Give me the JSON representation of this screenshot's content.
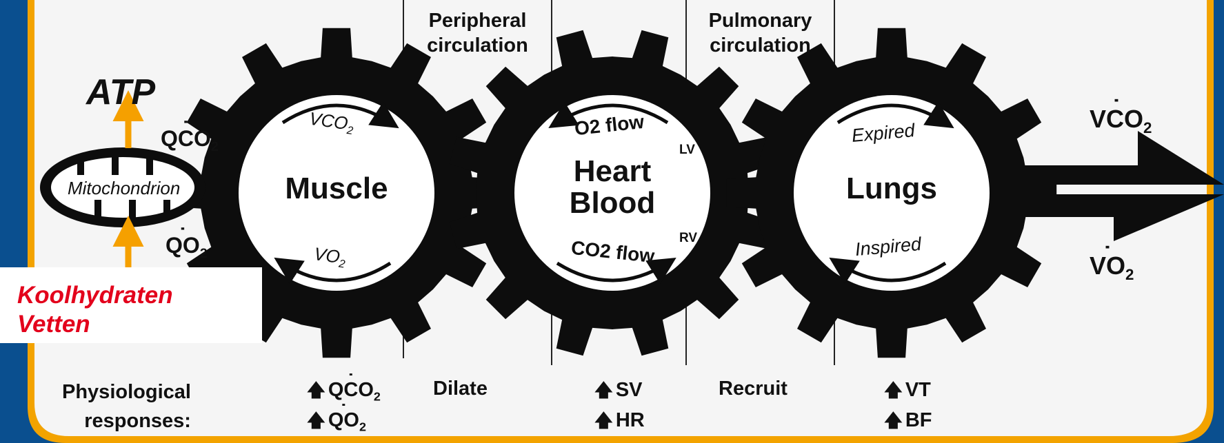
{
  "colors": {
    "frame_blue": "#0a4f8f",
    "frame_orange": "#f3a300",
    "panel": "#f5f5f5",
    "gear": "#0d0d0d",
    "arrow_orange": "#f5a000",
    "red_text": "#e3001b"
  },
  "headers": {
    "peripheral": [
      "Peripheral",
      "circulation"
    ],
    "pulmonary": [
      "Pulmonary",
      "circulation"
    ]
  },
  "cell": {
    "atp": "ATP",
    "organelle": "Mitochondrion",
    "qco2_label": "QCO",
    "qo2_label": "QO",
    "substrates": [
      "Koolhydraten",
      "Vetten"
    ]
  },
  "gears": {
    "muscle": {
      "label": "Muscle",
      "top": "VCO",
      "bottom": "VO",
      "sub": "2"
    },
    "heart": {
      "label": [
        "Heart",
        "Blood"
      ],
      "top": "O2 flow",
      "bottom": "CO2 flow",
      "lv": "LV",
      "rv": "RV"
    },
    "lungs": {
      "label": "Lungs",
      "top": "Expired",
      "bottom": "Inspired"
    }
  },
  "exchange": {
    "vco2": "VCO",
    "vo2": "VO",
    "sub": "2"
  },
  "responses": {
    "title": [
      "Physiological",
      "responses:"
    ],
    "muscle": [
      "QCO",
      "QO"
    ],
    "peripheral": "Dilate",
    "heart": [
      "SV",
      "HR"
    ],
    "pulmonary": "Recruit",
    "lungs": [
      "VT",
      "BF"
    ]
  }
}
